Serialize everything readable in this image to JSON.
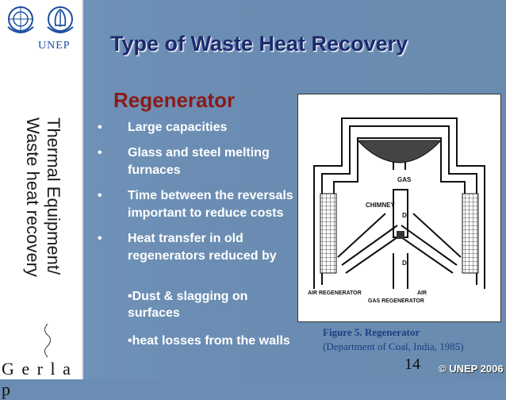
{
  "slide": {
    "title": "Type of Waste Heat Recovery",
    "subtitle": "Regenerator",
    "page_number": "14",
    "copyright": "© UNEP 2006"
  },
  "sidebar": {
    "org_label": "UNEP",
    "vertical_title_1": "Thermal Equipment/",
    "vertical_title_2": "Waste heat recovery",
    "gerlap": "G e r l a p"
  },
  "bullets": [
    {
      "marker": "•",
      "text": "Large capacities"
    },
    {
      "marker": "•",
      "text": "Glass and steel melting furnaces"
    },
    {
      "marker": "•",
      "text": "Time between the reversals important to reduce costs"
    },
    {
      "marker": "•",
      "text": "Heat transfer in old regenerators reduced by"
    }
  ],
  "sub_bullets": [
    "•Dust & slagging on surfaces",
    "•heat losses from the walls"
  ],
  "figure": {
    "caption_title": "Figure 5. Regenerator",
    "caption_source": "(Department of Coal, India, 1985)",
    "labels": {
      "gas": "GAS",
      "chimney": "CHIMNEY",
      "d1": "D",
      "d2": "D",
      "air_regenerator": "AIR REGENERATOR",
      "gas_regenerator": "GAS REGENERATOR",
      "air": "AIR"
    }
  },
  "colors": {
    "background": "#6b8db3",
    "title": "#1d2a6e",
    "subtitle": "#8a1a1a",
    "text": "#ffffff",
    "caption": "#1a3d80"
  }
}
